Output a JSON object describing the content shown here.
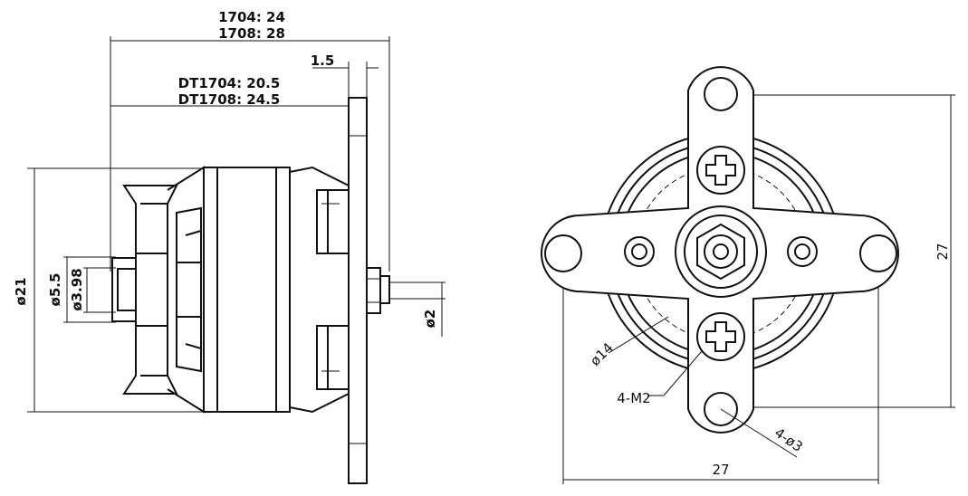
{
  "side_view": {
    "dim_length_1704": "1704: 24",
    "dim_length_1708": "1708: 28",
    "dim_flange": "1.5",
    "dim_body_1704": "DT1704: 20.5",
    "dim_body_1708": "DT1708: 24.5",
    "dim_outer_dia": "ø21",
    "dim_boss_dia": "ø5.5",
    "dim_shaft_back": "ø3.98",
    "dim_shaft_front": "ø2"
  },
  "front_view": {
    "dim_height": "27",
    "dim_width": "27",
    "dim_bolt_circle": "ø14",
    "dim_screws": "4-M2",
    "dim_holes": "4-ø3"
  }
}
